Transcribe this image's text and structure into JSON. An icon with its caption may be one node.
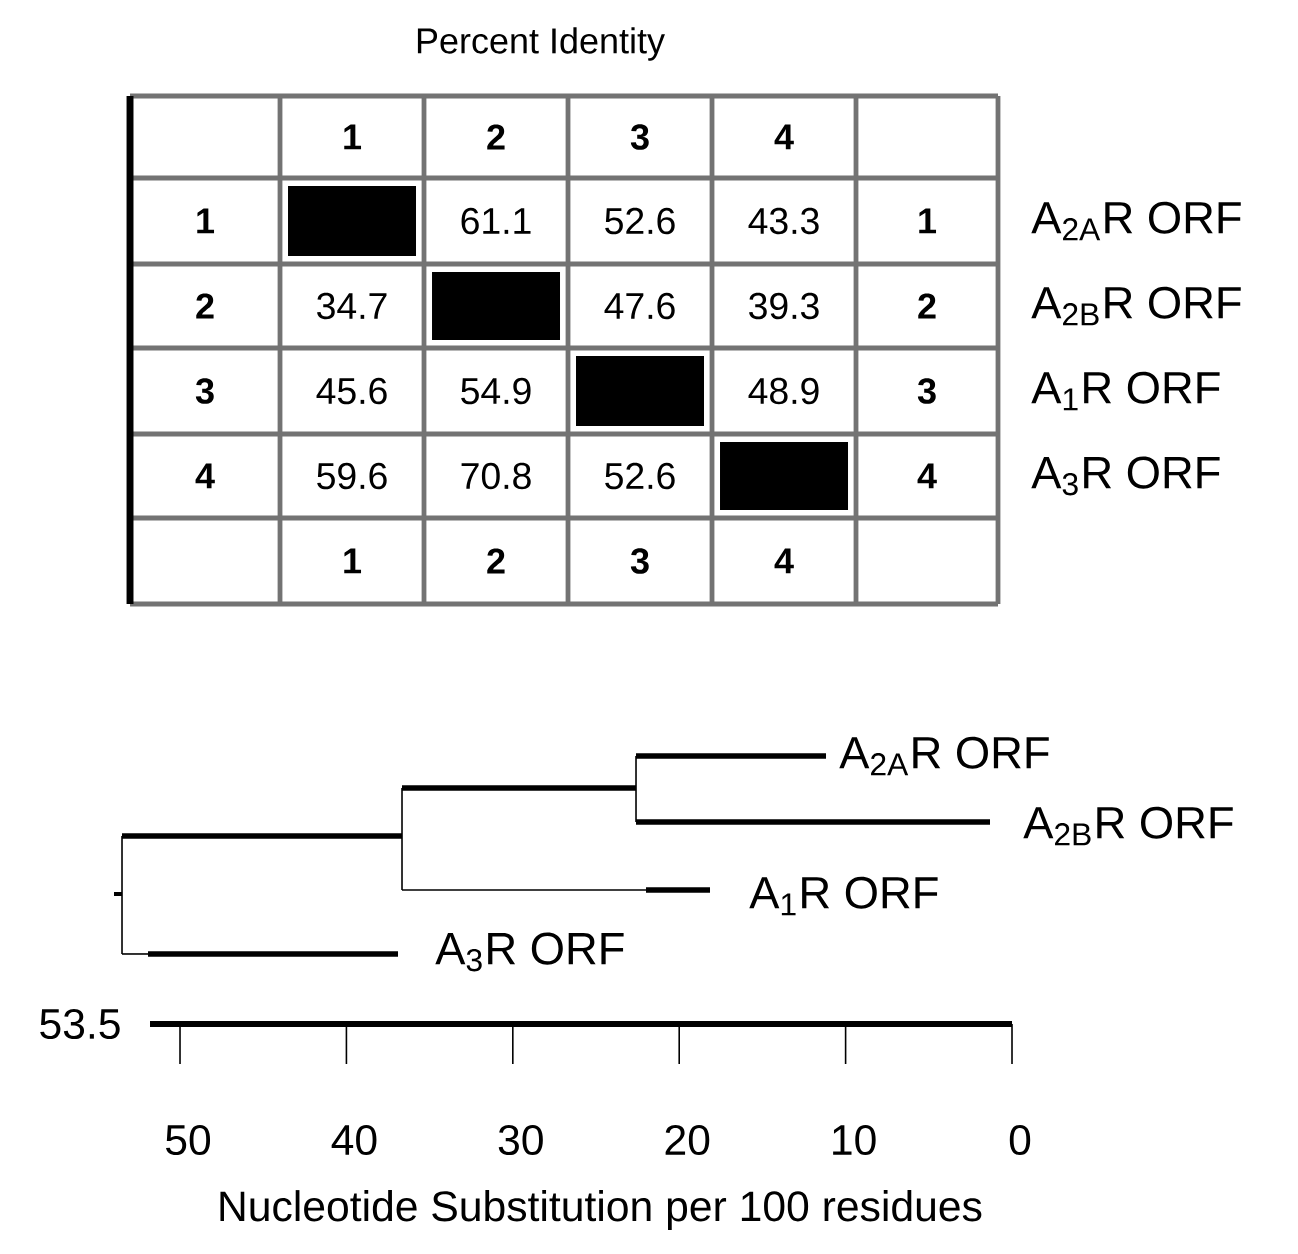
{
  "diagram": {
    "title": "Percent Identity",
    "labels": [
      "1",
      "2",
      "3",
      "4",
      "1",
      "61.1",
      "52.6",
      "43.3",
      "1",
      "A$_{2A}$R ORF",
      "2",
      "34.7",
      "47.6",
      "39.3",
      "2",
      "A$_{2B}$R ORF",
      "3",
      "45.6",
      "54.9",
      "48.9",
      "3",
      "A$_{1}$R ORF",
      "4",
      "59.6",
      "70.8",
      "52.6",
      "4",
      "A$_{3}$R ORF",
      "1",
      "2",
      "3",
      "4",
      "A$_{2A}$R ORF",
      "A$_{2B}$R ORF",
      "A$_{1}$R ORF",
      "A$_{3}$R ORF",
      "53.5",
      "50",
      "40",
      "30",
      "20",
      "10",
      "0",
      "Nucleotide Substitution per 100 residues"
    ]
  }
}
